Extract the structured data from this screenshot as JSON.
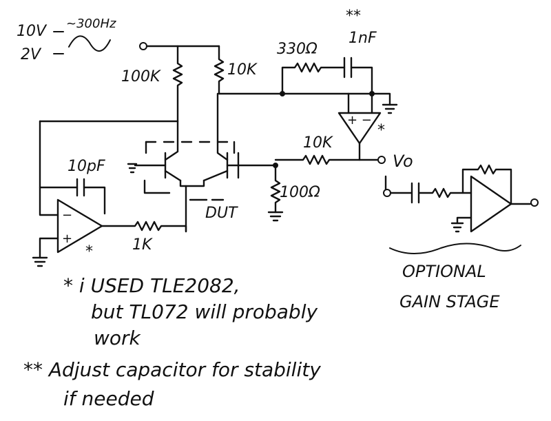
{
  "labels": {
    "v10": "10V",
    "freq": "~300Hz",
    "v2": "2V",
    "r100k": "100K",
    "r10k_top": "10K",
    "r330": "330Ω",
    "c1nf": "1nF",
    "stars_top": "**",
    "c10pf": "10pF",
    "r10k_out": "10K",
    "vo": "Vo",
    "r100": "100Ω",
    "dut": "DUT",
    "r1k": "1K",
    "star_opamp": "*",
    "star_opamp2": "*"
  },
  "notes": {
    "line1": "* i USED TLE2082,",
    "line2": "but TL072 will probably",
    "line3": "work",
    "line4": "** Adjust capacitor for stability",
    "line5": "if needed",
    "optional1": "OPTIONAL",
    "optional2": "GAIN STAGE"
  }
}
